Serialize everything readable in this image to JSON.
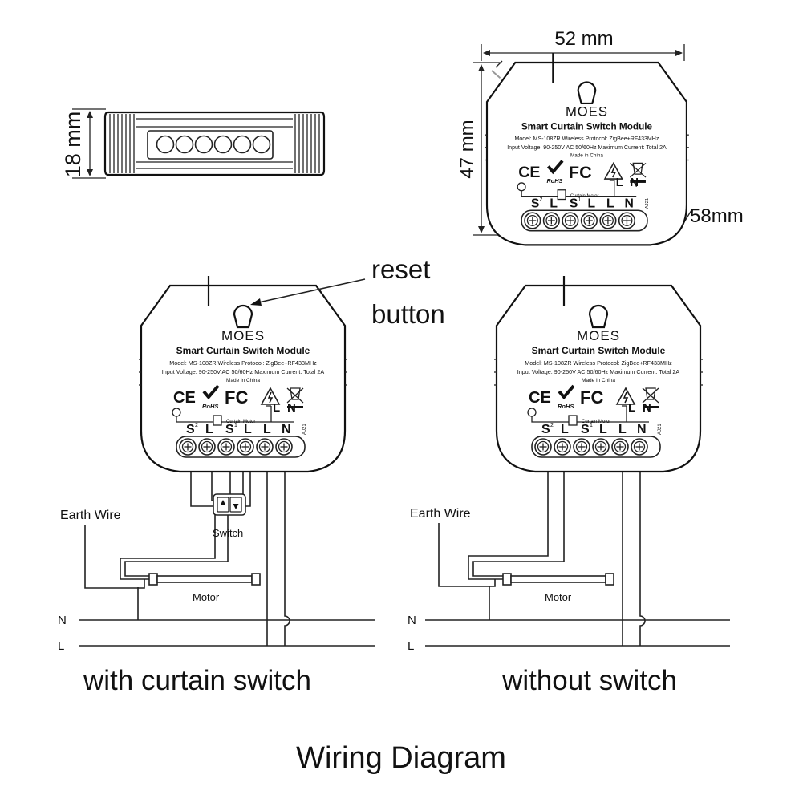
{
  "top_side_view": {
    "height_label": "18 mm"
  },
  "top_front_view": {
    "width_label": "52 mm",
    "height_label": "47 mm",
    "diagonal_label": "58mm"
  },
  "module": {
    "brand": "MOES",
    "title": "Smart Curtain Switch Module",
    "model_line": "Model: MS-108ZR  Wireless Protocol: ZigBee+RF433MHz",
    "voltage_line": "Input Voltage: 90-250V AC 50/60Hz  Maximum Current: Total 2A",
    "made_in": "Made in China",
    "cert_ce": "CE",
    "cert_fc": "FC",
    "rohs": "RoHS",
    "curtain_motor": "Curtain Motor",
    "term_l_top": "L",
    "term_n_top": "N",
    "term_s2": "S",
    "term_s2_sup": "2",
    "term_l2": "L",
    "term_s1": "S",
    "term_s1_sup": "1",
    "term_l1": "L",
    "term_l": "L",
    "term_n": "N",
    "side_code": "AJ21"
  },
  "callout": {
    "reset_line1": "reset",
    "reset_line2": "button"
  },
  "left_diagram": {
    "earth_wire": "Earth Wire",
    "switch_label": "Switch",
    "motor_label": "Motor",
    "n_label": "N",
    "l_label": "L",
    "caption": "with curtain switch"
  },
  "right_diagram": {
    "earth_wire": "Earth Wire",
    "motor_label": "Motor",
    "n_label": "N",
    "l_label": "L",
    "caption": "without switch"
  },
  "footer": {
    "title": "Wiring Diagram"
  }
}
